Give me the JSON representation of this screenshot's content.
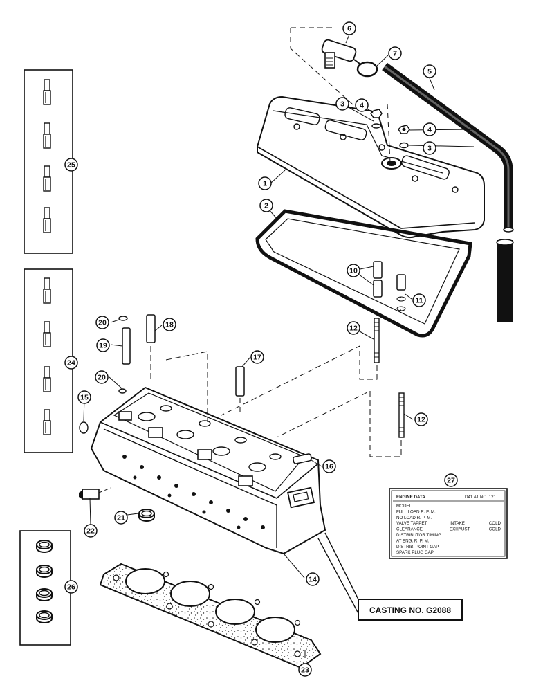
{
  "callouts": [
    {
      "id": "c1",
      "label": "1"
    },
    {
      "id": "c2",
      "label": "2"
    },
    {
      "id": "c3a",
      "label": "3"
    },
    {
      "id": "c3b",
      "label": "3"
    },
    {
      "id": "c4a",
      "label": "4"
    },
    {
      "id": "c4b",
      "label": "4"
    },
    {
      "id": "c5",
      "label": "5"
    },
    {
      "id": "c6",
      "label": "6"
    },
    {
      "id": "c7",
      "label": "7"
    },
    {
      "id": "c10",
      "label": "10"
    },
    {
      "id": "c11",
      "label": "11"
    },
    {
      "id": "c12a",
      "label": "12"
    },
    {
      "id": "c12b",
      "label": "12"
    },
    {
      "id": "c14",
      "label": "14"
    },
    {
      "id": "c15",
      "label": "15"
    },
    {
      "id": "c16",
      "label": "16"
    },
    {
      "id": "c17",
      "label": "17"
    },
    {
      "id": "c18",
      "label": "18"
    },
    {
      "id": "c19",
      "label": "19"
    },
    {
      "id": "c20a",
      "label": "20"
    },
    {
      "id": "c20b",
      "label": "20"
    },
    {
      "id": "c21",
      "label": "21"
    },
    {
      "id": "c22",
      "label": "22"
    },
    {
      "id": "c23",
      "label": "23"
    },
    {
      "id": "c24",
      "label": "24"
    },
    {
      "id": "c25",
      "label": "25"
    },
    {
      "id": "c26",
      "label": "26"
    },
    {
      "id": "c27",
      "label": "27"
    }
  ],
  "casting_label": "CASTING NO. G2088",
  "engine_plate": {
    "title": "ENGINE DATA",
    "part_no": "D41 A1 NO. 121",
    "lines": [
      {
        "left": "MODEL",
        "mid": "",
        "right": ""
      },
      {
        "left": "FULL LOAD R. P. M.",
        "mid": "",
        "right": ""
      },
      {
        "left": "NO LOAD R. P. M.",
        "mid": "",
        "right": ""
      },
      {
        "left": "VALVE TAPPET",
        "mid": "INTAKE",
        "right": "COLD"
      },
      {
        "left": "   CLEARANCE",
        "mid": "EXHAUST",
        "right": "COLD"
      },
      {
        "left": "DISTRIBUTOR TIMING",
        "mid": "",
        "right": ""
      },
      {
        "left": "AT          ENG. R. P. M.",
        "mid": "",
        "right": ""
      },
      {
        "left": "DISTRIB. POINT GAP",
        "mid": "",
        "right": ""
      },
      {
        "left": "SPARK PLUG GAP",
        "mid": "",
        "right": ""
      }
    ]
  }
}
